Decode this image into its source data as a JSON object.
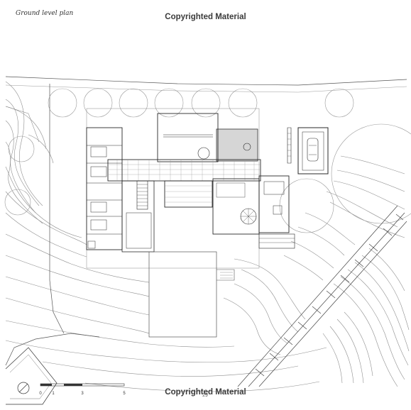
{
  "caption": "Ground level plan",
  "watermark_top": "Copyrighted Material",
  "watermark_bottom": "Copyrighted Material",
  "page_number": "29",
  "scale_bar": {
    "labels": [
      "0",
      "1",
      "3",
      "5"
    ]
  },
  "colors": {
    "line": "#555555",
    "light_line": "#9a9a9a",
    "wall": "#2a2a2a",
    "grey_fill": "#d6d6d6"
  }
}
